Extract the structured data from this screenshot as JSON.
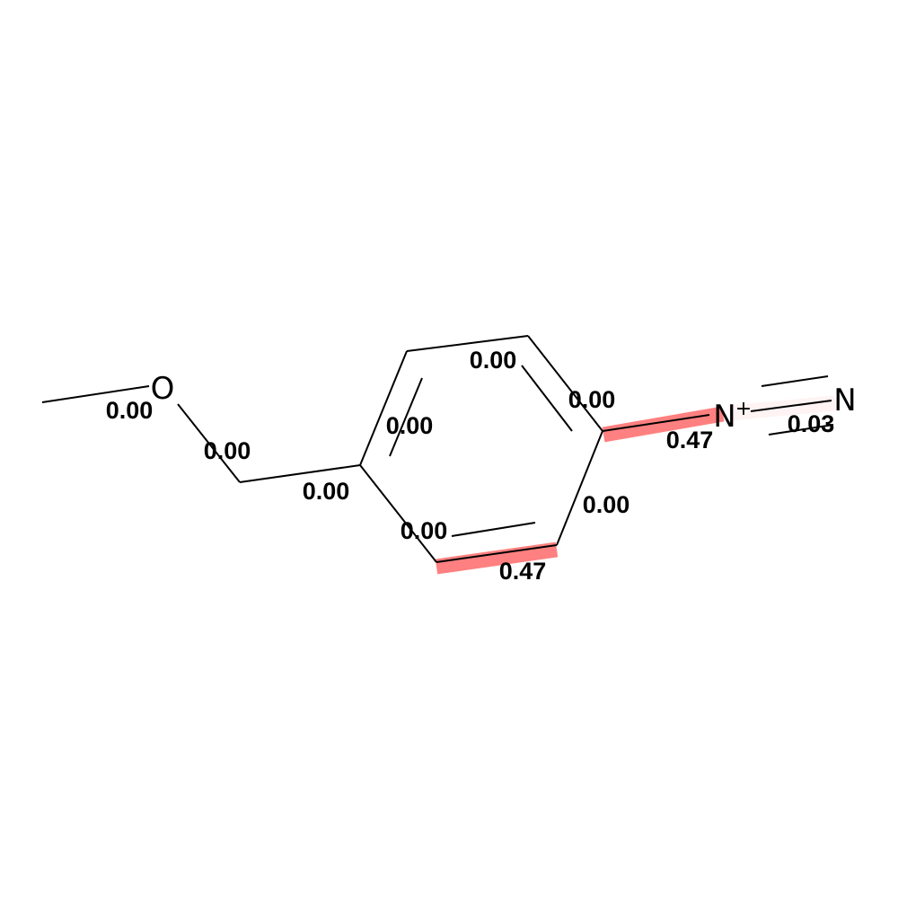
{
  "molecule": {
    "highlight_color": "#ff8080",
    "highlight_faint_color": "#fff3f3",
    "atoms": {
      "oxygen": {
        "label": "O"
      },
      "n_plus": {
        "label": "N",
        "charge": "+"
      },
      "n_terminal": {
        "label": "N"
      }
    },
    "bond_weights": {
      "methyl_o": "0.00",
      "o_ch2": "0.00",
      "ch2_ring": "0.00",
      "ring_left_upper": "0.00",
      "ring_top": "0.00",
      "ring_right_upper": "0.00",
      "ring_right_lower": "0.00",
      "ring_bottom": "0.47",
      "ring_left_lower": "0.00",
      "c_nplus": "0.47",
      "nplus_n": "0.03"
    }
  }
}
